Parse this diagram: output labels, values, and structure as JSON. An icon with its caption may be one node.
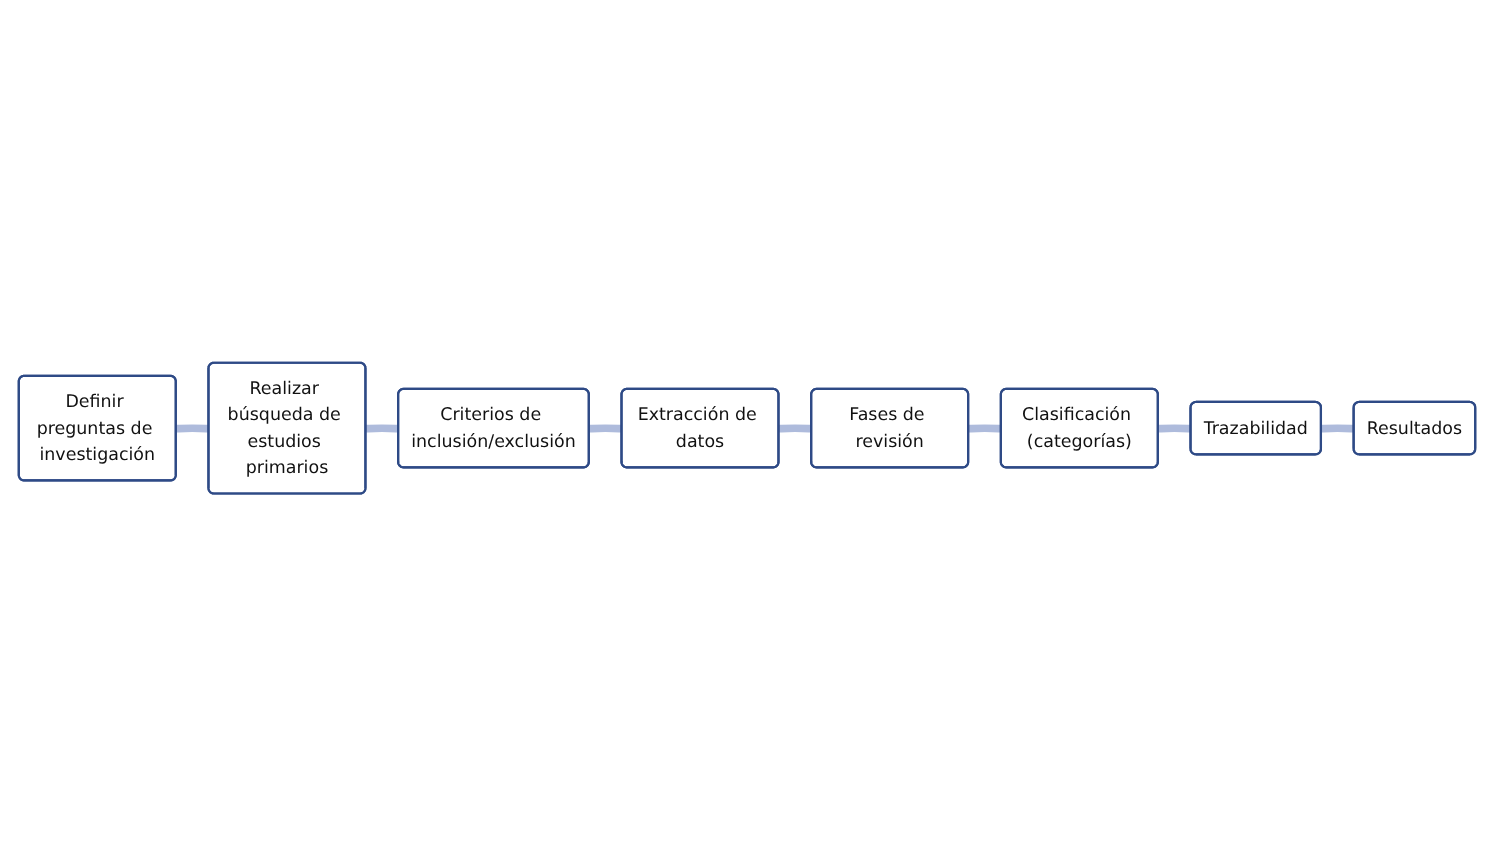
{
  "diagram": {
    "nodes": [
      {
        "text": [
          "Definir preguntas de investigación"
        ]
      },
      {
        "text": [
          "Realizar búsqueda de estudios primarios"
        ]
      },
      {
        "text": [
          "Criterios de inclusión/exclusión"
        ]
      },
      {
        "text": [
          "Extracción de datos"
        ]
      },
      {
        "text": [
          "Fases de revisión"
        ]
      },
      {
        "text": [
          "Clasificación (categorías)"
        ]
      },
      {
        "text": [
          "Trazabilidad"
        ]
      },
      {
        "text": [
          "Resultados"
        ]
      }
    ],
    "edges": [
      {
        "from": 0,
        "to": 1,
        "arrow": "none"
      },
      {
        "from": 1,
        "to": 2,
        "arrow": "none"
      },
      {
        "from": 2,
        "to": 3,
        "arrow": "none"
      },
      {
        "from": 3,
        "to": 4,
        "arrow": "none"
      },
      {
        "from": 4,
        "to": 5,
        "arrow": "none"
      },
      {
        "from": 5,
        "to": 6,
        "arrow": "none"
      },
      {
        "from": 6,
        "to": 7,
        "arrow": "none"
      }
    ]
  }
}
